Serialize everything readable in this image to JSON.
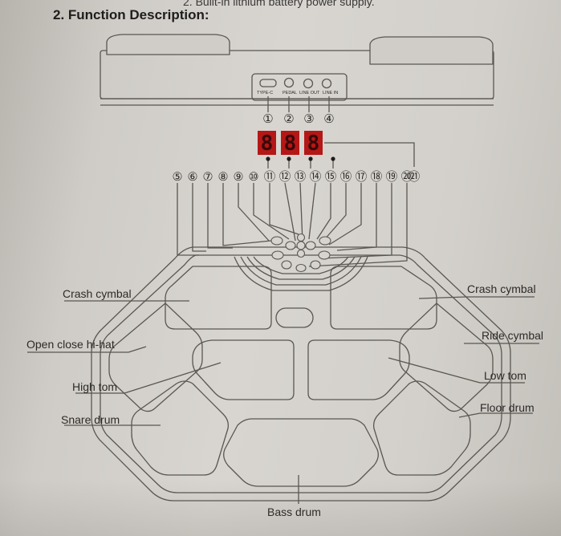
{
  "header": {
    "top_line": "2. Built-in lithium battery power supply.",
    "section_title": "2. Function Description:"
  },
  "panel": {
    "port_labels": [
      "TYPE-C",
      "PEDAL",
      "LINE OUT",
      "LINE IN"
    ],
    "port_numbers": [
      "①",
      "②",
      "③",
      "④"
    ],
    "display_digits": [
      "8",
      "8",
      "8"
    ],
    "button_numbers": [
      "⑤",
      "⑥",
      "⑦",
      "⑧",
      "⑨",
      "⑩",
      "⑪",
      "⑫",
      "⑬",
      "⑭",
      "⑮",
      "⑯",
      "⑰",
      "⑱",
      "⑲",
      "⑳",
      "㉑"
    ]
  },
  "pads": {
    "crash_cymbal_left": "Crash cymbal",
    "open_close_hihat": "Open close hi-hat",
    "high_tom": "High tom",
    "snare_drum": "Snare drum",
    "bass_drum": "Bass drum",
    "crash_cymbal_right": "Crash cymbal",
    "ride_cymbal": "Ride cymbal",
    "low_tom": "Low tom",
    "floor_drum": "Floor drum"
  },
  "colors": {
    "paper": "#d4d1cc",
    "ink": "#2c2a28",
    "line": "#5a5650",
    "led_red": "#c41a1a"
  }
}
